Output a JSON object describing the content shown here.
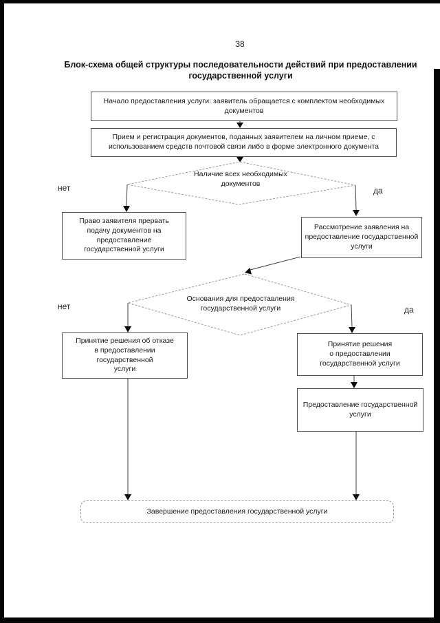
{
  "page": {
    "number": "38",
    "title": "Блок-схема общей структуры последовательности действий при предоставлении\nгосударственной услуги"
  },
  "flowchart": {
    "nodes": {
      "start": "Начало предоставления услуги: заявитель обращается с комплектом необходимых\nдокументов",
      "intake": "Прием и регистрация документов, поданных заявителем на личном приеме, с\nиспользованием средств почтовой связи либо в форме электронного документа",
      "decision_documents": "Наличие всех необходимых\nдокументов",
      "interrupt": "Право заявителя прервать\nподачу документов на\nпредоставление\nгосударственной услуги",
      "review": "Рассмотрение заявления на\nпредоставление государственной\nуслуги",
      "decision_grounds": "Основания для предоставления\nгосударственной услуги",
      "refuse": "Принятие решения об отказе\nв предоставлении\nгосударственной\nуслуги",
      "grant": "Принятие решения\nо предоставлении\nгосударственной услуги",
      "provide": "Предоставление государственной\nуслуги",
      "end": "Завершение предоставления государственной услуги"
    },
    "branch_labels": {
      "no_1": "нет",
      "yes_1": "да",
      "no_2": "нет",
      "yes_2": "да"
    }
  },
  "colors": {
    "line": "#3f3f3f",
    "arrowhead": "#0d0d0d",
    "diamond_stroke": "#9a9a9a",
    "box_border": "#4d4d4d"
  }
}
